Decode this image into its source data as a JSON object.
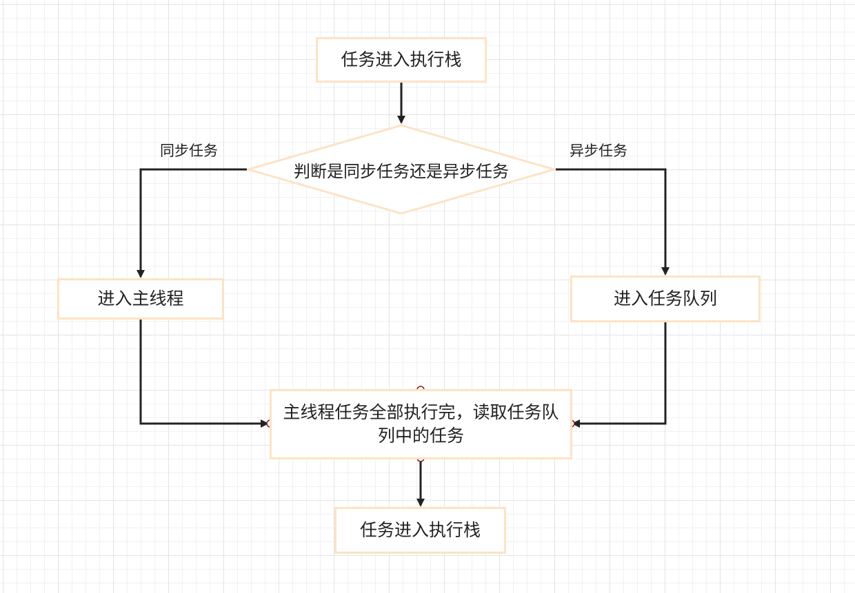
{
  "nodes": {
    "start": "任务进入执行栈",
    "decision": "判断是同步任务还是异步任务",
    "sync_target": "进入主线程",
    "async_target": "进入任务队列",
    "merge": "主线程任务全部执行完，读取任务队列中的任务",
    "end": "任务进入执行栈"
  },
  "edges": {
    "sync_label": "同步任务",
    "async_label": "异步任务"
  },
  "colors": {
    "node_border": "#fde3c4",
    "arrow": "#222222",
    "grid": "#e3e3e3",
    "anchor_point": "#8b1a1a"
  }
}
